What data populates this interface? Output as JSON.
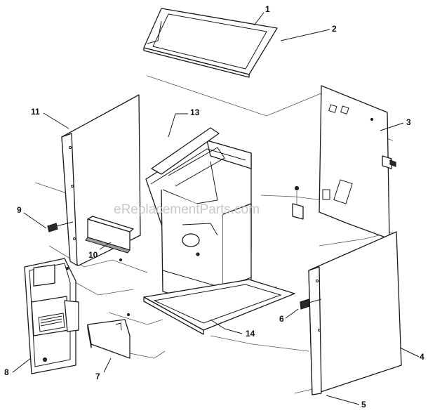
{
  "watermark": "eReplacementParts.com",
  "callouts": [
    {
      "id": "1",
      "label": "1"
    },
    {
      "id": "2",
      "label": "2"
    },
    {
      "id": "3",
      "label": "3"
    },
    {
      "id": "4",
      "label": "4"
    },
    {
      "id": "5",
      "label": "5"
    },
    {
      "id": "6",
      "label": "6"
    },
    {
      "id": "7",
      "label": "7"
    },
    {
      "id": "8",
      "label": "8"
    },
    {
      "id": "9",
      "label": "9"
    },
    {
      "id": "10",
      "label": "10"
    },
    {
      "id": "11",
      "label": "11"
    },
    {
      "id": "13",
      "label": "13"
    },
    {
      "id": "14",
      "label": "14"
    }
  ]
}
